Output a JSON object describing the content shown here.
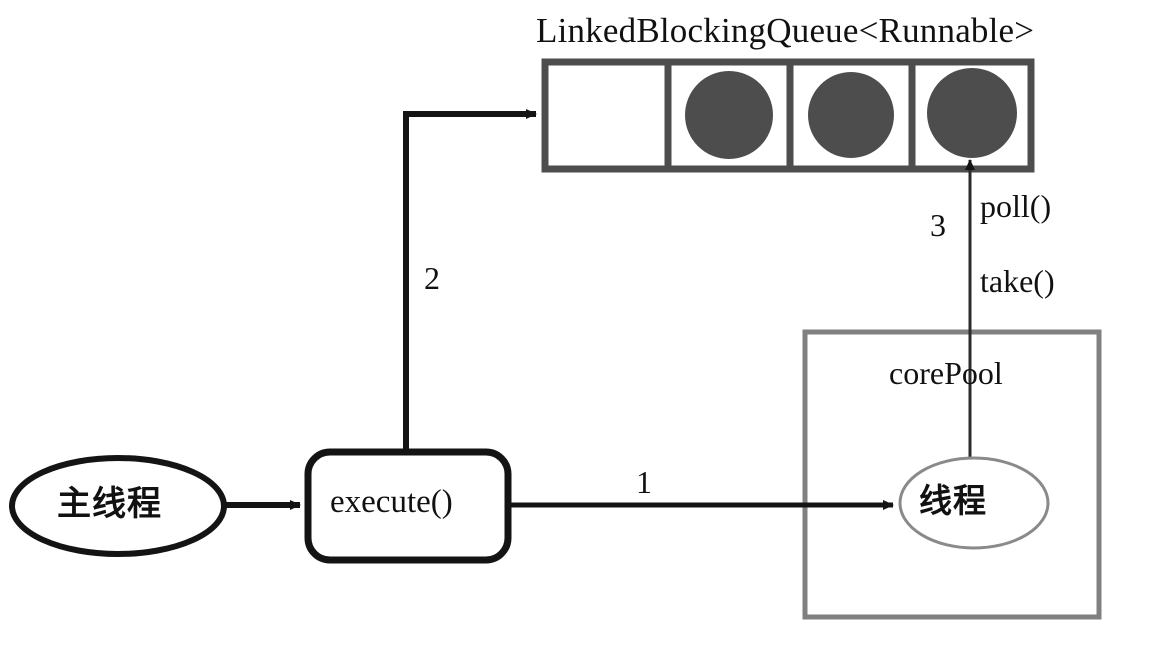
{
  "diagram": {
    "title": "LinkedBlockingQueue<Runnable>",
    "queue": {
      "name": "LinkedBlockingQueue<Runnable>",
      "cell_count": 4,
      "cells": [
        {
          "index": 0,
          "filled": false,
          "task": ""
        },
        {
          "index": 1,
          "filled": true,
          "task": ""
        },
        {
          "index": 2,
          "filled": true,
          "task": ""
        },
        {
          "index": 3,
          "filled": true,
          "task": ""
        }
      ],
      "border_color": "#4d4d4d",
      "task_color": "#4d4d4d"
    },
    "nodes": {
      "main_thread": "主线程",
      "execute": "execute()",
      "core_pool": "corePool",
      "worker_thread": "线程"
    },
    "steps": {
      "one": "1",
      "two": "2",
      "three": "3"
    },
    "methods": {
      "poll": "poll()",
      "take": "take()"
    },
    "colors": {
      "stroke_dark": "#141414",
      "stroke_gray": "#808080",
      "task_fill": "#4d4d4d",
      "background": "#ffffff"
    }
  }
}
